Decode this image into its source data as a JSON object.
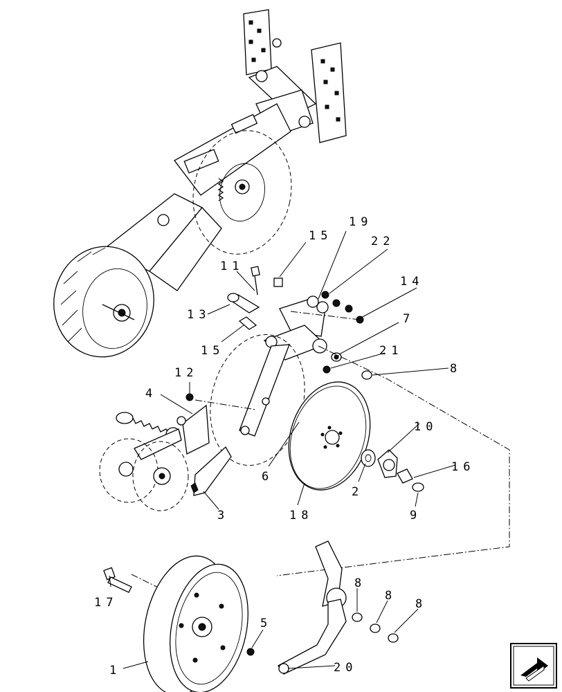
{
  "callouts": {
    "c1": "1",
    "c2": "2",
    "c3": "3",
    "c4": "4",
    "c5": "5",
    "c6": "6",
    "c7": "7",
    "c8a": "8",
    "c8b": "8",
    "c8c": "8",
    "c8d": "8",
    "c9": "9",
    "c10": "10",
    "c11": "11",
    "c12": "12",
    "c13": "13",
    "c14": "14",
    "c15a": "15",
    "c15b": "15",
    "c16": "16",
    "c17": "17",
    "c18": "18",
    "c19": "19",
    "c20": "20",
    "c21": "21",
    "c22": "22"
  },
  "nav": {
    "icon": "navigation-arrow-icon"
  }
}
